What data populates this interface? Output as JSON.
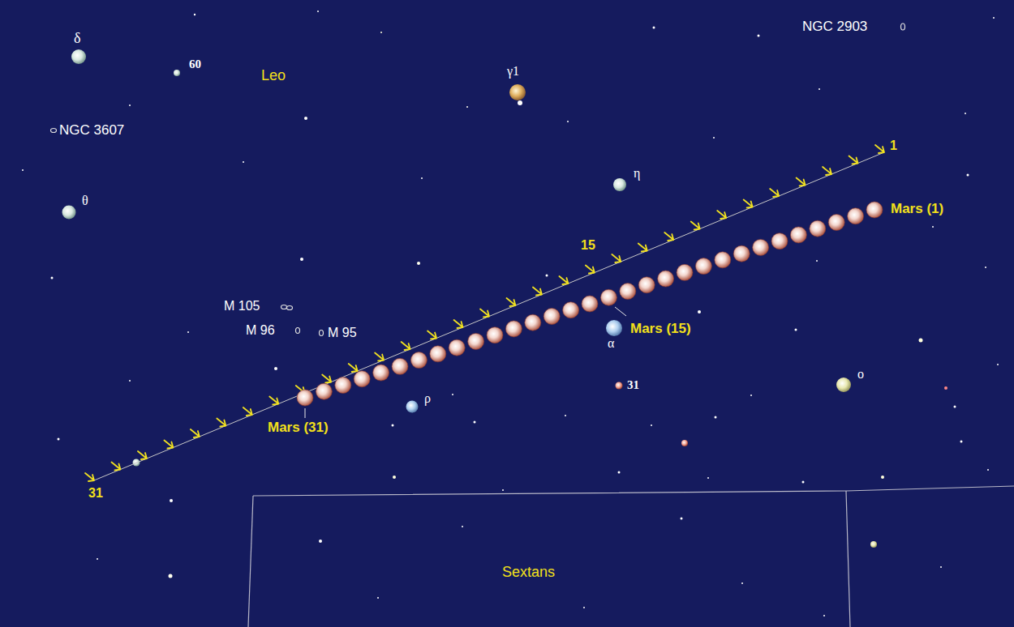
{
  "diagram": {
    "labels": [
      "NGC 2903",
      "δ",
      "60",
      "Leo",
      "γ1",
      "NGC 3607",
      "1",
      "η",
      "θ",
      "Mars (1)",
      "15",
      "M 105",
      "M 96",
      "M 95",
      "Mars (15)",
      "α",
      "ο",
      "31",
      "ρ",
      "Mars (31)",
      "31",
      "Sextans"
    ]
  }
}
